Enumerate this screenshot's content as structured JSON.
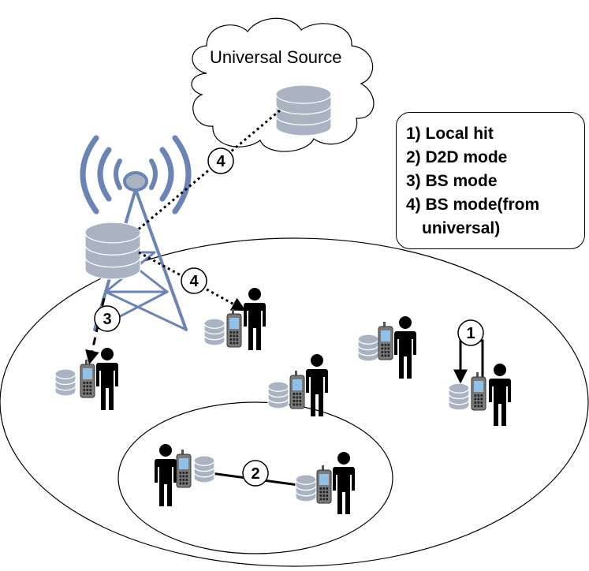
{
  "cloud": {
    "label": "Universal Source"
  },
  "legend": {
    "items": [
      {
        "text": "1) Local hit"
      },
      {
        "text": "2) D2D mode"
      },
      {
        "text": "3) BS mode"
      },
      {
        "text": "4) BS mode(from",
        "continuation": "universal)"
      }
    ]
  },
  "steps": {
    "cloud_link": "4",
    "bs_to_user": "4",
    "bs_down": "3",
    "local_hit": "1",
    "d2d": "2"
  },
  "colors": {
    "tower": "#6b84b6",
    "database": "#a9b3c2",
    "phone_screen": "#8fc0e8",
    "person": "#000000"
  }
}
